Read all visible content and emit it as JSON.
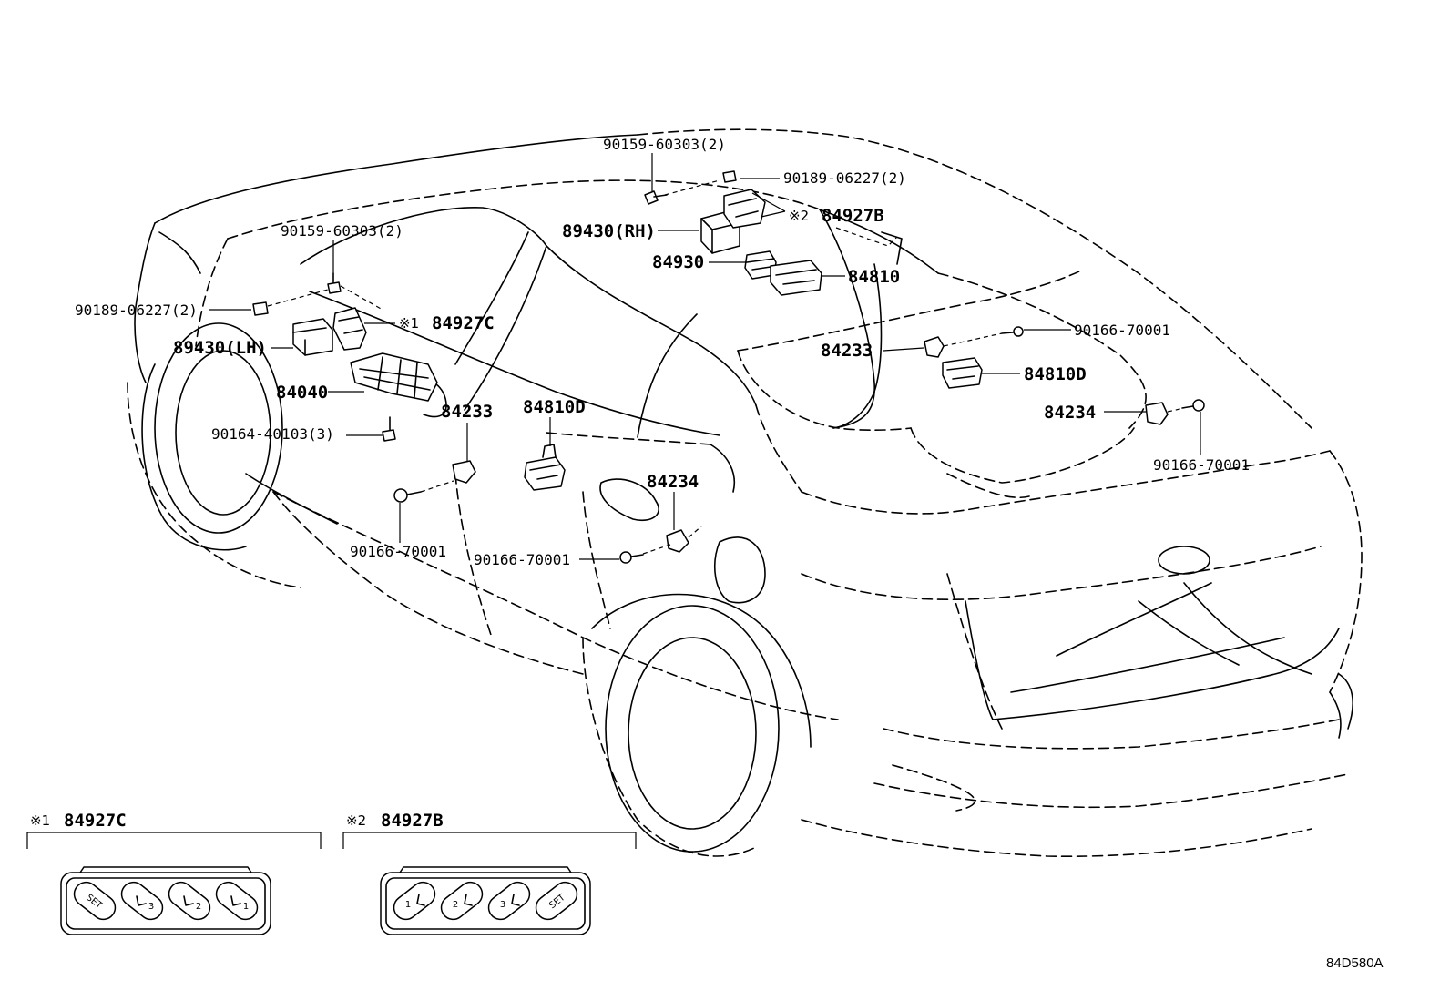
{
  "labels": {
    "p_90159_top": "90159-60303(2)",
    "p_90189_top": "90189-06227(2)",
    "p_84927b_top": "84927B",
    "p_89430_rh": "89430(RH)",
    "p_84930": "84930",
    "p_84810": "84810",
    "p_84233_r": "84233",
    "p_90166_r1": "90166-70001",
    "p_84810d_r": "84810D",
    "p_84234_r": "84234",
    "p_90166_r2": "90166-70001",
    "p_90159_left": "90159-60303(2)",
    "p_90189_left": "90189-06227(2)",
    "p_84927c_left": "84927C",
    "p_89430_lh": "89430(LH)",
    "p_84040": "84040",
    "p_84233_l": "84233",
    "p_90164": "90164-40103(3)",
    "p_84810d_c": "84810D",
    "p_84234_c": "84234",
    "p_90166_l": "90166-70001",
    "p_90166_c": "90166-70001"
  },
  "marks": {
    "m1": "※1",
    "m2": "※2"
  },
  "insets": {
    "inset1_mark": "※1",
    "inset1_part": "84927C",
    "inset1_buttons": [
      "SET",
      "3",
      "2",
      "1"
    ],
    "inset2_mark": "※2",
    "inset2_part": "84927B",
    "inset2_buttons": [
      "1",
      "2",
      "3",
      "SET"
    ]
  },
  "drawing_code": "84D580A"
}
